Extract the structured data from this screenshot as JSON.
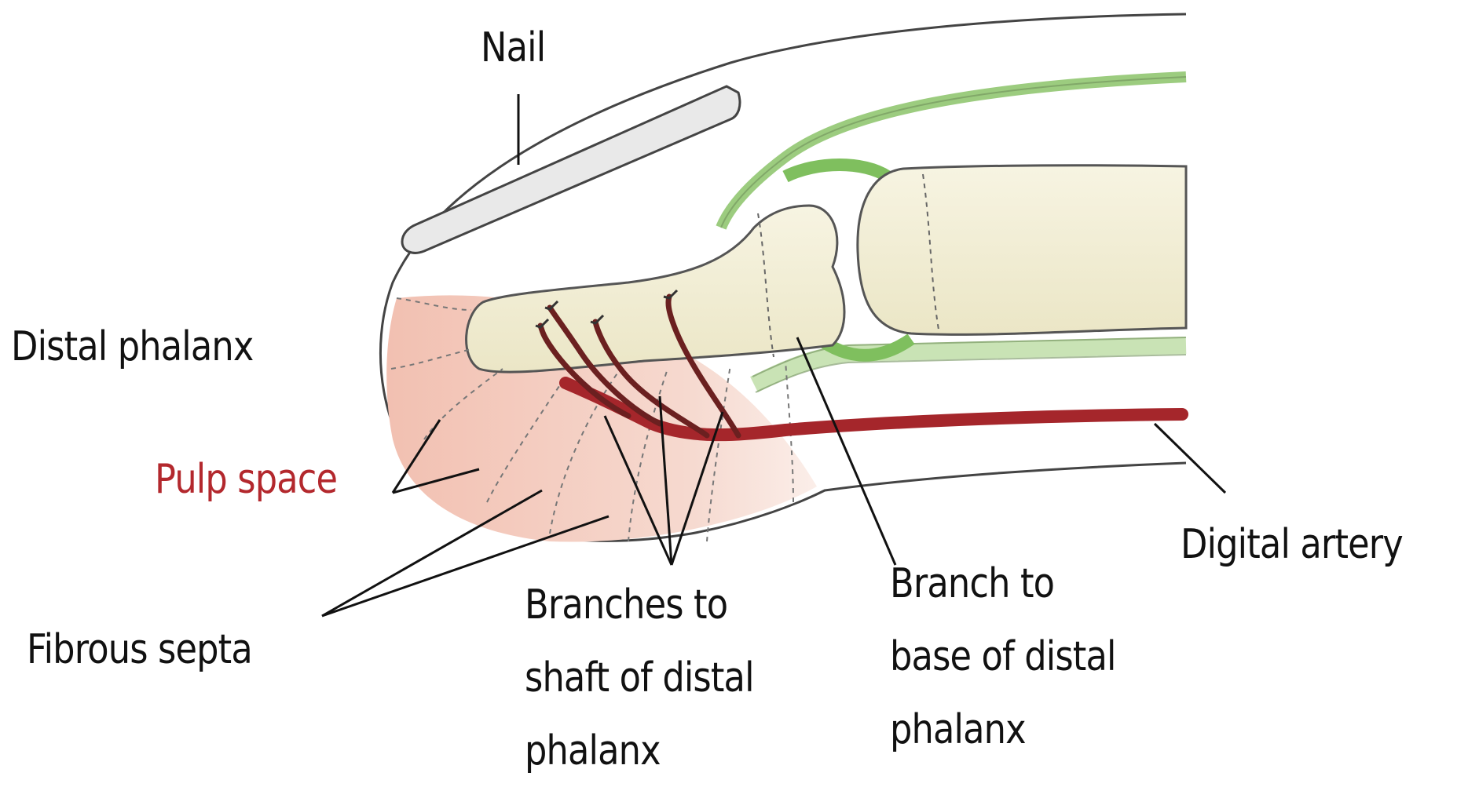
{
  "labels": {
    "nail": "Nail",
    "distal_phalanx": "Distal phalanx",
    "pulp_space": "Pulp space",
    "fibrous_septa": "Fibrous septa",
    "branches_to_shaft": [
      "Branches to",
      "shaft of distal",
      "phalanx"
    ],
    "branch_to_base": [
      "Branch to",
      "base of distal",
      "phalanx"
    ],
    "digital_artery": "Digital artery"
  },
  "colors": {
    "pulp_space_label": "#b3282d",
    "artery": "#a5262b",
    "bone": "#f2efd6",
    "sheath": "#8cc06f",
    "pulp_fill": "#f2c4b6",
    "outline": "#333333"
  }
}
